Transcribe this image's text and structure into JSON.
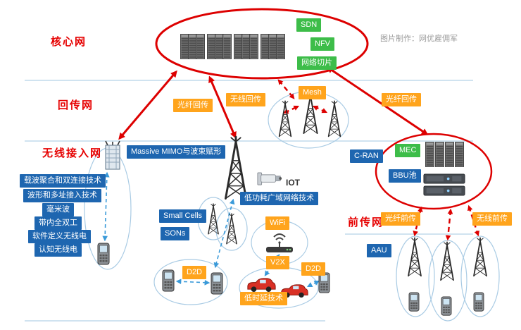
{
  "credit": "图片制作：网优雇佣军",
  "sections": {
    "core": "核心网",
    "backhaul": "回传网",
    "ran": "无线接入网",
    "fronthaul": "前传网"
  },
  "core": {
    "sdn": "SDN",
    "nfv": "NFV",
    "slicing": "网络切片"
  },
  "backhaul": {
    "fiber_left": "光纤回传",
    "wireless": "无线回传",
    "mesh": "Mesh",
    "fiber_right": "光纤回传"
  },
  "ran": {
    "massive_mimo": "Massive MIMO与波束赋形",
    "tech_stack": [
      "载波聚合和双连接技术",
      "波形和多址接入技术",
      "毫米波",
      "带内全双工",
      "软件定义无线电",
      "认知无线电"
    ],
    "lpwan": "低功耗广域网络技术",
    "iot": "IOT",
    "small_cells": "Small Cells",
    "sons": "SONs",
    "wifi": "WiFi",
    "d2d_left": "D2D",
    "d2d_right": "D2D",
    "v2x": "V2X",
    "low_latency": "低时延技术"
  },
  "cran": {
    "cran": "C-RAN",
    "mec": "MEC",
    "bbu_pool": "BBU池"
  },
  "fronthaul": {
    "fiber": "光纤前传",
    "wireless": "无线前传",
    "aau": "AAU"
  },
  "icons": {
    "server-rack-icon": "dark striped rack cabinet",
    "cell-tower-icon": "lattice radio tower",
    "mobile-phone-icon": "keypad mobile phone",
    "car-icon": "red car",
    "wifi-router-icon": "router with signal arcs",
    "cctv-camera-icon": "surveillance camera",
    "small-base-station-icon": "small cell cabinet with antennas",
    "bbu-unit-icon": "flat rack-mount BBU unit"
  },
  "colors": {
    "section_red": "#e60000",
    "arrow_red": "#dd0000",
    "tag_orange": "#ffa41c",
    "tag_green": "#3dbd49",
    "tag_blue": "#1e66b0",
    "cluster_ellipse_blue": "#a9cbe4",
    "arrow_blue": "#3a9ad9",
    "divider_blue": "#b5d2e6",
    "credit_gray": "#999999"
  }
}
